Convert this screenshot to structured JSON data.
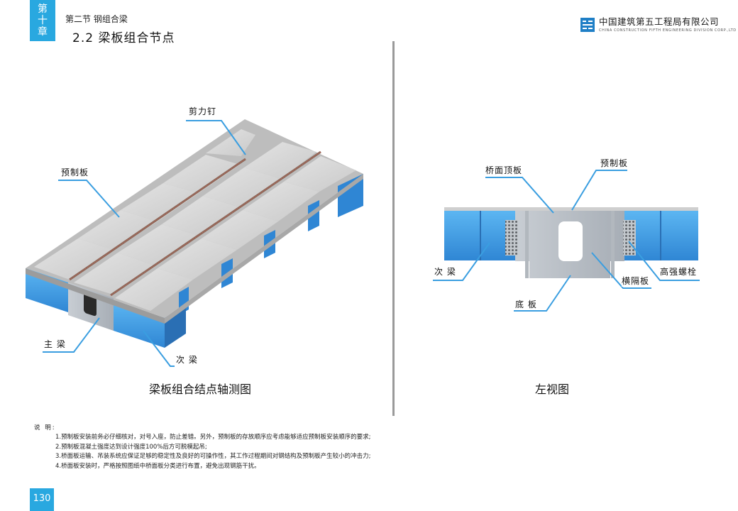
{
  "header": {
    "chapter_chars": [
      "第",
      "十",
      "章"
    ],
    "section_name": "第二节 钢组合梁",
    "section_title": "2.2 梁板组合节点",
    "company_cn": "中国建筑第五工程局有限公司",
    "company_en": "CHINA CONSTRUCTION FIFTH ENGINEERING DIVISION CORP.,LTD",
    "brand_color": "#29a8e0"
  },
  "left_figure": {
    "labels": {
      "shear_stud": "剪力钉",
      "precast_slab": "预制板",
      "main_beam": "主 梁",
      "secondary_beam": "次 梁"
    },
    "caption": "梁板组合结点轴测图"
  },
  "right_figure": {
    "labels": {
      "deck_top_plate": "桥面顶板",
      "precast_slab": "预制板",
      "secondary_beam": "次 梁",
      "high_strength_bolt": "高强螺栓",
      "diaphragm": "横隔板",
      "bottom_plate": "底 板"
    },
    "caption": "左视图"
  },
  "notes": {
    "heading": "说 明:",
    "items": [
      "1.预制板安装前务必仔细核对，对号入座，防止差错。另外，预制板的存放顺序应考虑能够适应预制板安装顺序的要求;",
      "2.预制板混凝土强度达到设计强度100%后方可脱模起吊;",
      "3.桥面板运输、吊装系统应保证足够的稳定性及良好的可操作性，其工作过程期间对钢结构及预制板产生较小的冲击力;",
      "4.桥面板安装时，严格按照图纸中桥面板分类进行布置，避免出现钢筋干扰。"
    ]
  },
  "page_number": "130"
}
